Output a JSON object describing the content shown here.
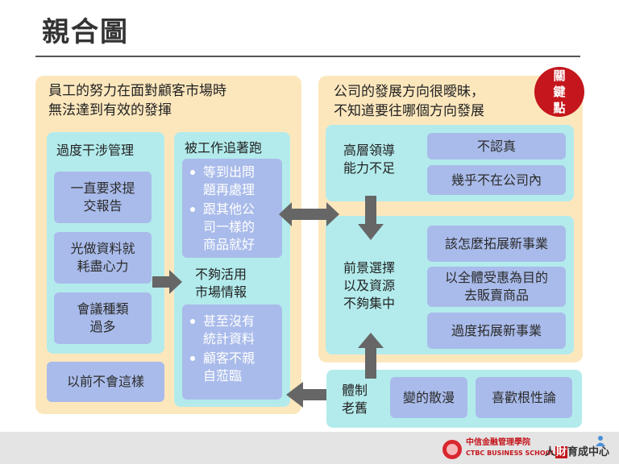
{
  "title": "親合圖",
  "badge": [
    "關",
    "鍵",
    "點"
  ],
  "left_group": {
    "heading_line1": "員工的努力在面對顧客市場時",
    "heading_line2": "無法達到有效的發揮",
    "overmanage": {
      "label": "過度干涉管理",
      "items": [
        {
          "line1": "一直要求提",
          "line2": "交報告"
        },
        {
          "line1": "光做資料就",
          "line2": "耗盡心力"
        },
        {
          "line1": "會議種類",
          "line2": "過多"
        }
      ]
    },
    "before_box": "以前不會這樣",
    "chased": {
      "label": "被工作追著跑",
      "bullets": [
        {
          "line1": "等到出問",
          "line2": "題再處理"
        },
        {
          "line1": "跟其他公",
          "line2": "司一樣的",
          "line3": "商品就好"
        }
      ]
    },
    "market": {
      "label_line1": "不夠活用",
      "label_line2": "市場情報",
      "bullets": [
        {
          "line1": "甚至沒有",
          "line2": "統計資料"
        },
        {
          "line1": "顧客不親",
          "line2": "自蒞臨"
        }
      ]
    }
  },
  "right_group": {
    "heading_line1": "公司的發展方向很曖昧，",
    "heading_line2": "不知道要往哪個方向發展",
    "leadership": {
      "label_line1": "高層領導",
      "label_line2": "能力不足",
      "items": [
        "不認真",
        "幾乎不在公司內"
      ]
    },
    "focus": {
      "label_line1": "前景選擇",
      "label_line2": "以及資源",
      "label_line3": "不夠集中",
      "items": [
        {
          "line1": "該怎麼拓展新事業",
          "line2": ""
        },
        {
          "line1": "以全體受惠為目的",
          "line2": "去販賣商品"
        },
        {
          "line1": "過度拓展新事業",
          "line2": ""
        }
      ]
    }
  },
  "bottom_group": {
    "label_line1": "體制",
    "label_line2": "老舊",
    "items": [
      "變的散漫",
      "喜歡根性論"
    ]
  },
  "footer": {
    "school_cn": "中信金融管理學院",
    "school_en": "CTBC BUSINESS SCHOOL",
    "center_prefix": "人",
    "center_highlight": "財",
    "center_suffix": "育成中心"
  },
  "colors": {
    "orange_panel": "#fce7bd",
    "cyan_panel": "#b3ebec",
    "blue_box": "#a9bbea",
    "arrow": "#666666",
    "badge": "#c4161c"
  }
}
